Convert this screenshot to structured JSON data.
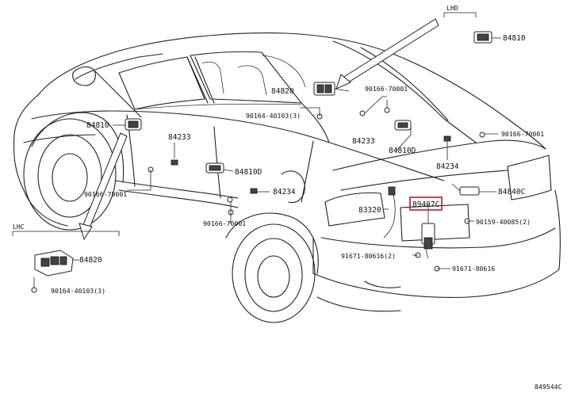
{
  "corner_labels": {
    "lhd": "LHD",
    "lhc": "LHC",
    "code": "849544C"
  },
  "callouts": {
    "c84810_top": "84810",
    "c84820": "84820",
    "c90166_a": "90166-70001",
    "c84810_left": "84810",
    "c90164_a": "90164-40103(3)",
    "c84233_a": "84233",
    "c84233_b": "84233",
    "c84810d": "84810D",
    "c90166_b": "90166-70001",
    "c84810d_b": "84810D",
    "c84234_a": "84234",
    "c90166_c": "90166-70001",
    "c84234_b": "84234",
    "c84840c": "84840C",
    "c83320": "83320",
    "c89407c": "89407C",
    "c90166_d": "90166-70001",
    "c90159": "90159-40085(2)",
    "c91671_a": "91671-80616(2)",
    "c91671_b": "91671-80616",
    "c84820_b": "84820",
    "c90164_b": "90164-40103(3)"
  },
  "colors": {
    "highlight": "#c0182a",
    "line": "#222222"
  }
}
